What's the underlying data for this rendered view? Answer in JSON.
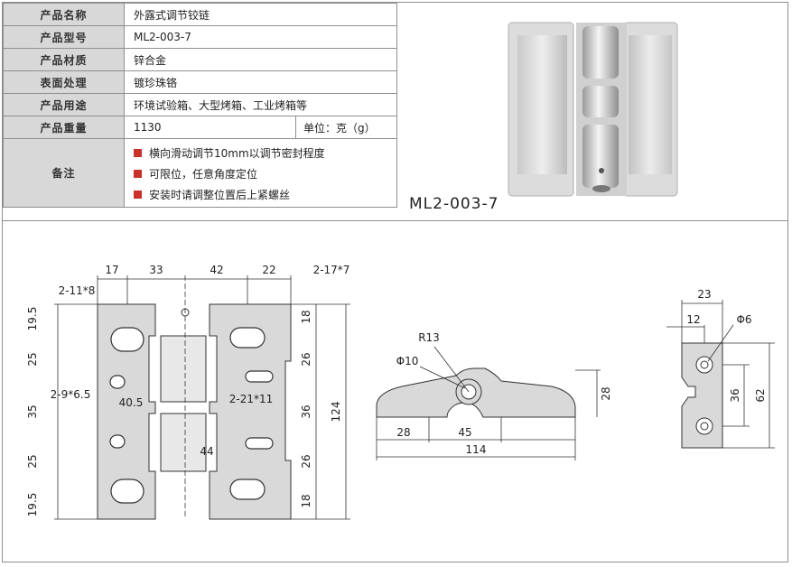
{
  "spec_table": {
    "rows": [
      {
        "label": "产品名称",
        "value": "外露式调节铰链"
      },
      {
        "label": "产品型号",
        "value": "ML2-003-7"
      },
      {
        "label": "产品材质",
        "value": "锌合金"
      },
      {
        "label": "表面处理",
        "value": "镀珍珠铬"
      },
      {
        "label": "产品用途",
        "value": "环境试验箱、大型烤箱、工业烤箱等"
      },
      {
        "label": "产品重量",
        "value": "1130",
        "unit": "单位：克（g）"
      }
    ],
    "notes_label": "备注",
    "notes": [
      "横向滑动调节10mm以调节密封程度",
      "可限位，任意角度定位",
      "安装时请调整位置后上紧螺丝"
    ],
    "bullet_color": "#c8322a"
  },
  "photo": {
    "caption": "ML2-003-7"
  },
  "drawing_front": {
    "dims_top": [
      "17",
      "33",
      "42",
      "22"
    ],
    "callouts": [
      "2-11*8",
      "2-17*7",
      "2-9*6.5",
      "2-21*11"
    ],
    "inner_dims": [
      "40.5",
      "44"
    ],
    "left_dims": [
      "19.5",
      "25",
      "35",
      "25",
      "19.5"
    ],
    "right_dims": [
      "18",
      "26",
      "36",
      "26",
      "18"
    ],
    "overall": "124"
  },
  "drawing_side": {
    "labels": [
      "R13",
      "Φ10"
    ],
    "dims": [
      "28",
      "28",
      "45",
      "114"
    ]
  },
  "drawing_end": {
    "dims": [
      "23",
      "12",
      "Φ6",
      "36",
      "62"
    ]
  }
}
